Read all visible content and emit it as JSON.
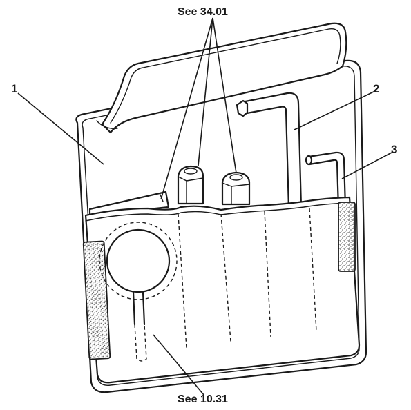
{
  "callouts": {
    "item_1": "1",
    "item_2": "2",
    "item_3": "3",
    "ref_top": "See 34.01",
    "ref_bottom": "See 10.31"
  },
  "colors": {
    "line": "#1a1a1a",
    "background": "#ffffff",
    "foam": "#9a9a9a"
  }
}
